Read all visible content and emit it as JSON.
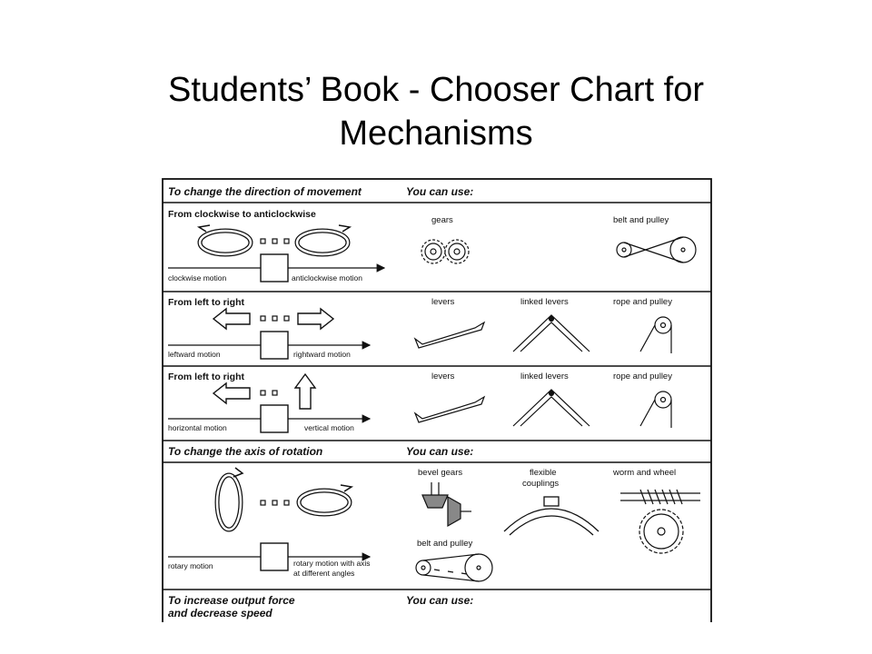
{
  "slide": {
    "title_line1": "Students’ Book - Chooser Chart for",
    "title_line2": "Mechanisms"
  },
  "chart": {
    "section1": {
      "header": "To change the direction of movement",
      "use": "You can use:"
    },
    "row1": {
      "heading": "From clockwise to anticlockwise",
      "left": "clockwise motion",
      "right": "anticlockwise motion",
      "opt1": "gears",
      "opt2": "belt and pulley"
    },
    "row2": {
      "heading": "From left to right",
      "left": "leftward motion",
      "right": "rightward motion",
      "opt1": "levers",
      "opt2": "linked levers",
      "opt3": "rope and pulley"
    },
    "row3": {
      "heading": "From left to right",
      "left": "horizontal motion",
      "right": "vertical motion",
      "opt1": "levers",
      "opt2": "linked levers",
      "opt3": "rope and pulley"
    },
    "section2": {
      "header": "To change the axis of rotation",
      "use": "You can use:"
    },
    "row4": {
      "left": "rotary motion",
      "right1": "rotary motion with axis",
      "right2": "at different angles",
      "opt1": "bevel gears",
      "opt2a": "flexible",
      "opt2b": "couplings",
      "opt3": "worm and wheel",
      "opt4": "belt and pulley"
    },
    "section3": {
      "header1": "To increase output force",
      "header2": "and decrease speed",
      "use": "You can use:"
    }
  }
}
